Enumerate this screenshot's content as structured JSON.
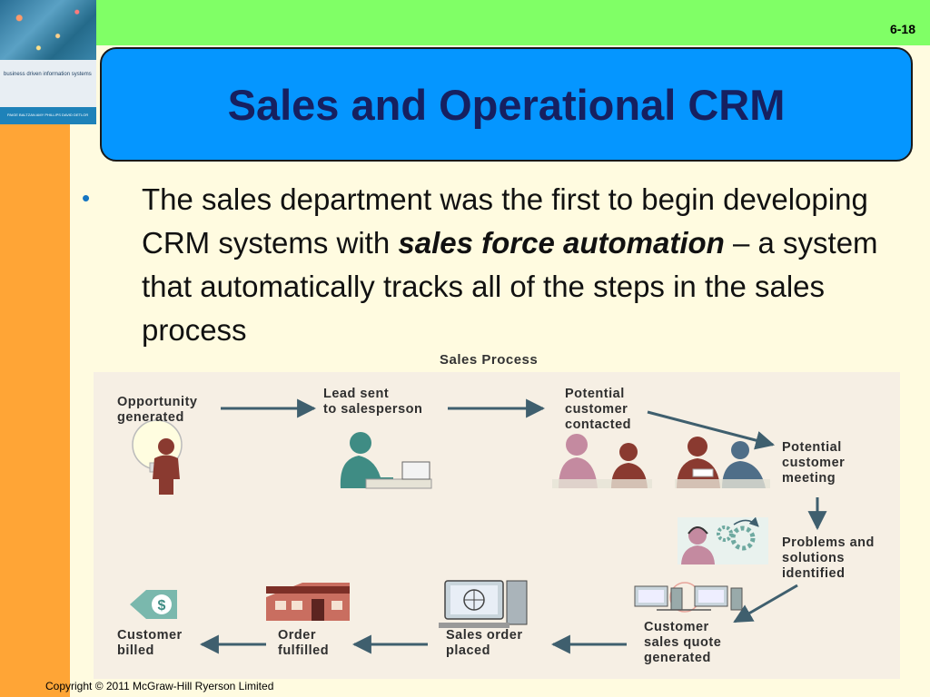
{
  "slide_number": "6-18",
  "logo": {
    "line1": "business driven information systems",
    "line_small": "PAIGE BALTZAN   AMY PHILLIPS   DAVID DETLOR"
  },
  "title": "Sales and Operational CRM",
  "bullet": {
    "part1": "The sales department was the first to begin developing CRM systems with ",
    "emphasis": "sales force automation",
    "part2": " – a system that automatically tracks all of the steps in the sales process"
  },
  "diagram": {
    "title": "Sales Process",
    "steps": [
      {
        "lines": [
          "Opportunity",
          "generated"
        ]
      },
      {
        "lines": [
          "Lead sent",
          "to salesperson"
        ]
      },
      {
        "lines": [
          "Potential",
          "customer",
          "contacted"
        ]
      },
      {
        "lines": [
          "Potential",
          "customer",
          "meeting"
        ]
      },
      {
        "lines": [
          "Problems and",
          "solutions",
          "identified"
        ]
      },
      {
        "lines": [
          "Customer",
          "sales quote",
          "generated"
        ]
      },
      {
        "lines": [
          "Sales order",
          "placed"
        ]
      },
      {
        "lines": [
          "Order",
          "fulfilled"
        ]
      },
      {
        "lines": [
          "Customer",
          "billed"
        ]
      }
    ],
    "colors": {
      "arrow": "#3f5f6e",
      "figure_teal": "#3f8c84",
      "figure_pink": "#c48aa0",
      "figure_red": "#8a3a30"
    }
  },
  "copyright": "Copyright © 2011 McGraw-Hill Ryerson Limited"
}
